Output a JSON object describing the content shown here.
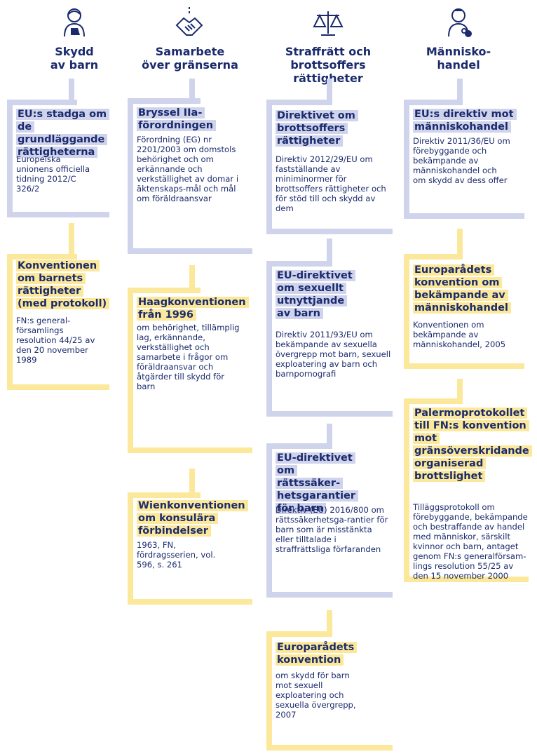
{
  "columns": [
    {
      "title": "Skydd\nav barn",
      "icon": "child-icon",
      "cards": [
        {
          "title": "EU:s stadga om de grundläggande rättigheterna",
          "desc": "Europeiska unionens officiella tidning 2012/C 326/2"
        },
        {
          "title": "Konventionen om barnets rättigheter (med protokoll)",
          "desc": "FN:s general-församlings resolution 44/25 av den 20 november 1989"
        }
      ]
    },
    {
      "title": "Samarbete\növer gränserna",
      "icon": "handshake-icon",
      "cards": [
        {
          "title": "Bryssel IIa-förordningen",
          "desc": "Förordning (EG) nr 2201/2003 om domstols behörighet och om erkännande och verkställighet av domar i äktenskaps-mål och mål om föräldraansvar"
        },
        {
          "title": "Haagkonventionen från 1996",
          "desc": "om behörighet, tillämplig lag, erkännande, verkställighet och samarbete i frågor om föräldraansvar och åtgärder till skydd för barn"
        },
        {
          "title": "Wienkonventionen om konsulära förbindelser",
          "desc": "1963, FN, fördragsserien, vol. 596, s. 261"
        }
      ]
    },
    {
      "title": "Straffrätt och\nbrottsoffers rättigheter",
      "icon": "scales-icon",
      "cards": [
        {
          "title": "Direktivet om brottsoffers rättigheter",
          "desc": "Direktiv 2012/29/EU om fastställande av miniminormer för brottsoffers rättigheter och för stöd till och skydd av dem"
        },
        {
          "title": "EU-direktivet om sexuellt utnyttjande av barn",
          "desc": "Direktiv 2011/93/EU om bekämpande av sexuella övergrepp mot barn, sexuell exploatering av barn och barnpornografi"
        },
        {
          "title": "EU-direktivet om rättssäker-hetsgarantier för barn",
          "desc": "Direktiv (EU) 2016/800 om rättssäkerhetsga-rantier för barn som är misstänkta eller tilltalade i straffrättsliga förfaranden"
        },
        {
          "title": "Europarådets konvention",
          "desc": "om skydd för barn mot sexuell exploatering och sexuella övergrepp, 2007"
        }
      ]
    },
    {
      "title": "Människo-\nhandel",
      "icon": "chained-person-icon",
      "cards": [
        {
          "title": "EU:s direktiv mot människohandel",
          "desc": "Direktiv 2011/36/EU om förebyggande och bekämpande av människohandel och om skydd av dess offer"
        },
        {
          "title": "Europarådets konvention om bekämpande av människohandel",
          "desc": "Konventionen om bekämpande av människohandel, 2005"
        },
        {
          "title": "Palermoprotokollet till FN:s konvention mot gränsöverskridande organiserad brottslighet",
          "desc": "Tilläggsprotokoll om förebyggande, bekämpande och bestraffande av handel med människor, särskilt kvinnor och barn, antaget genom FN:s generalförsam-lings resolution 55/25 av den 15 november 2000"
        }
      ]
    }
  ]
}
